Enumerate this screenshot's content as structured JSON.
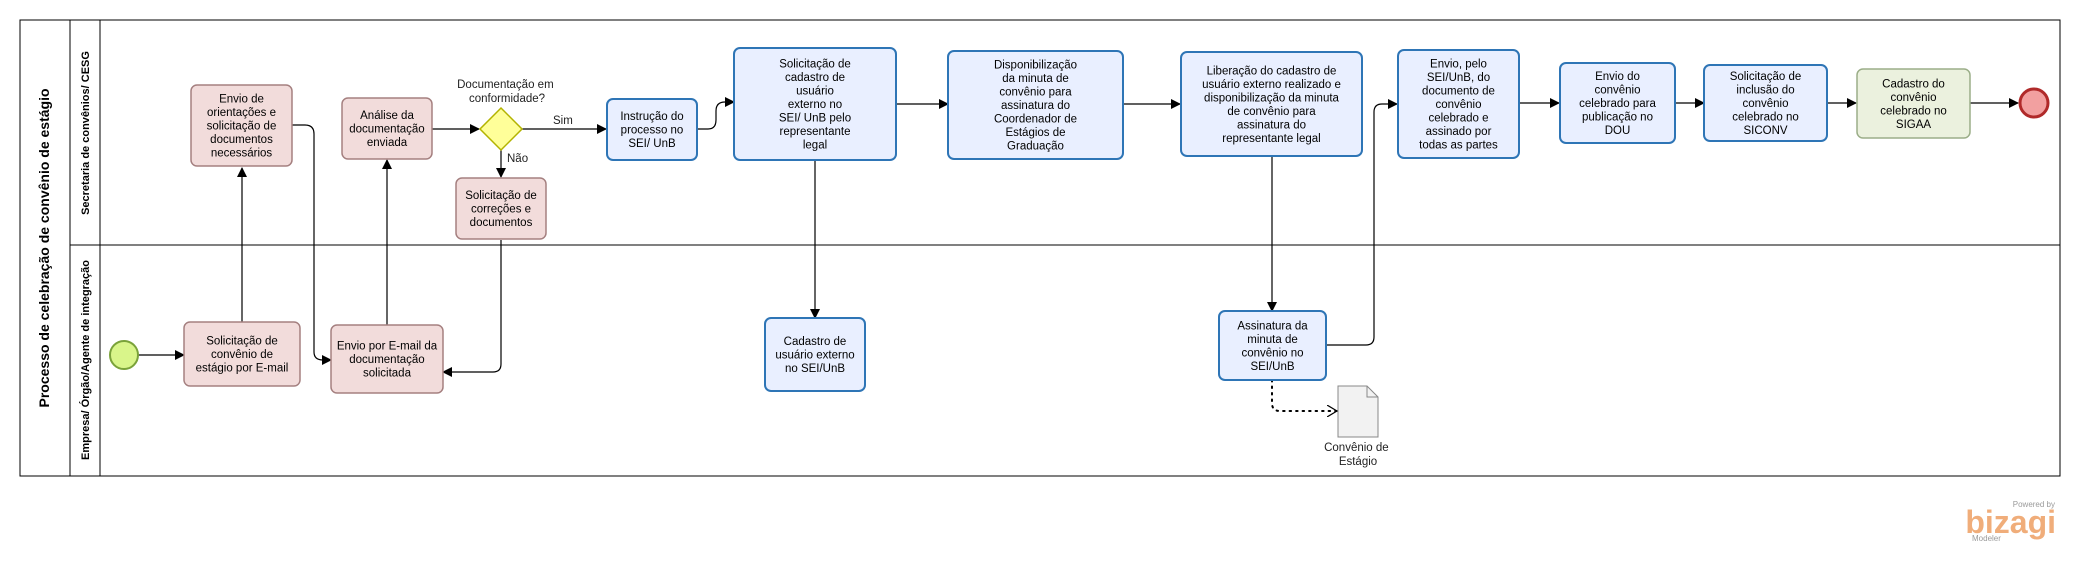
{
  "pool": {
    "title": "Processo de celebração de convênio de estágio"
  },
  "lanes": {
    "top": "Secretaria de convênios/ CESG",
    "bottom": "Empresa/ Órgão/Agente de integração"
  },
  "tasks": {
    "envio_orientacoes": [
      "Envio de",
      "orientações e",
      "solicitação de",
      "documentos",
      "necessários"
    ],
    "analise_documentacao": [
      "Análise da",
      "documentação",
      "enviada"
    ],
    "solicitacao_correcoes": [
      "Solicitação de",
      "correções e",
      "documentos"
    ],
    "instrucao_processo": [
      "Instrução do",
      "processo no",
      "SEI/ UnB"
    ],
    "solicitacao_cadastro": [
      "Solicitação de",
      "cadastro de",
      "usuário",
      "externo no",
      "SEI/ UnB pelo",
      "representante",
      "legal"
    ],
    "disponibilizacao_minuta": [
      "Disponibilização",
      "da minuta de",
      "convênio para",
      "assinatura do",
      "Coordenador de",
      "Estágios de",
      "Graduação"
    ],
    "liberacao_cadastro": [
      "Liberação do cadastro de",
      "usuário externo realizado e",
      "disponibilização da minuta",
      "de convênio para",
      "assinatura do",
      "representante legal"
    ],
    "envio_documento_celebrado": [
      "Envio, pelo",
      "SEI/UnB, do",
      "documento de",
      "convênio",
      "celebrado e",
      "assinado por",
      "todas as partes"
    ],
    "envio_publicacao_dou": [
      "Envio do",
      "convênio",
      "celebrado para",
      "publicação no",
      "DOU"
    ],
    "solicitacao_siconv": [
      "Solicitação de",
      "inclusão do",
      "convênio",
      "celebrado no",
      "SICONV"
    ],
    "cadastro_sigaa": [
      "Cadastro do",
      "convênio",
      "celebrado no",
      "SIGAA"
    ],
    "solicitacao_convenio_email": [
      "Solicitação de",
      "convênio de",
      "estágio por E-mail"
    ],
    "envio_email_documentacao": [
      "Envio por E-mail da",
      "documentação",
      "solicitada"
    ],
    "cadastro_usuario_externo": [
      "Cadastro de",
      "usuário externo",
      "no SEI/UnB"
    ],
    "assinatura_minuta": [
      "Assinatura da",
      "minuta de",
      "convênio no",
      "SEI/UnB"
    ]
  },
  "gateway": {
    "question": [
      "Documentação em",
      "conformidade?"
    ],
    "yes_label": "Sim",
    "no_label": "Não"
  },
  "artifact": {
    "label": [
      "Convênio de",
      "Estágio"
    ]
  },
  "branding": {
    "powered_by": "Powered by",
    "name": "bizagi",
    "product": "Modeler"
  },
  "colors": {
    "pink_fill": "#f2dcdb",
    "pink_stroke": "#a58080",
    "blue_fill": "#e9efff",
    "blue_stroke": "#2e75b6",
    "green_fill": "#ebf1de",
    "green_stroke": "#9bae88",
    "start_fill": "#d9f58a",
    "start_stroke": "#7aa23a",
    "end_fill": "#f2a0a0",
    "end_stroke": "#b02a2a",
    "gateway_fill": "#ffff99",
    "gateway_stroke": "#b3b300"
  }
}
